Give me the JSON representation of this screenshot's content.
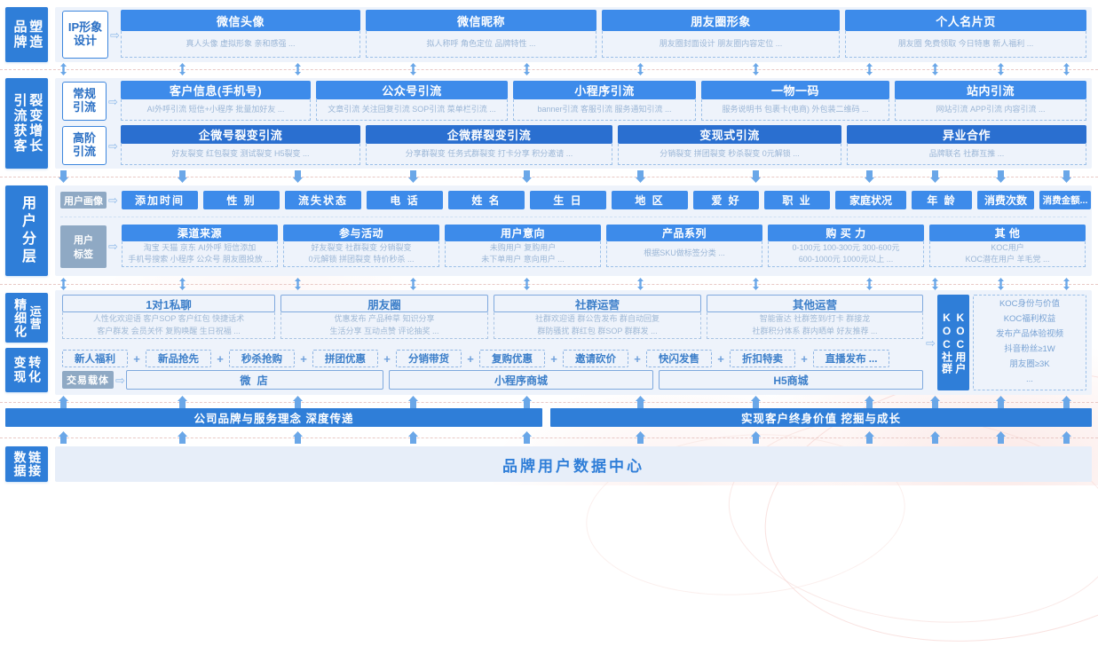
{
  "stages": [
    {
      "id": "brand-building",
      "col1": "品牌",
      "col2": "塑造"
    },
    {
      "id": "fission-growth",
      "col1": "引流获客",
      "col2": "裂变增长"
    },
    {
      "id": "user-layering",
      "col1": "用户分层",
      "col2": ""
    },
    {
      "id": "refined-operation",
      "col1": "精细化",
      "col2": "运营"
    },
    {
      "id": "conversion-monetize",
      "col1": "变现",
      "col2": "转化"
    },
    {
      "id": "data-linkage",
      "col1": "数据",
      "col2": "链接"
    }
  ],
  "brand_building": {
    "substage": {
      "line1": "IP形象",
      "line2": "设计"
    },
    "cards": [
      {
        "title": "微信头像",
        "items": "真人头像    虚拟形象    亲和感强 ..."
      },
      {
        "title": "微信昵称",
        "items": "拟人称呼    角色定位    品牌特性 ..."
      },
      {
        "title": "朋友圈形象",
        "items": "朋友圈封面设计    朋友圈内容定位 ..."
      },
      {
        "title": "个人名片页",
        "items": "朋友圈    免费领取    今日特惠    新人福利 ..."
      }
    ]
  },
  "fission": {
    "rows": [
      {
        "substage": {
          "line1": "常规",
          "line2": "引流"
        },
        "cards": [
          {
            "title": "客户信息(手机号)",
            "items": "AI外呼引流      短信+小程序      批量加好友 ..."
          },
          {
            "title": "公众号引流",
            "items": "文章引流 关注回复引流 SOP引流 菜单栏引流 ..."
          },
          {
            "title": "小程序引流",
            "items": "banner引流   客服引流   服务通知引流 ..."
          },
          {
            "title": "一物一码",
            "items": "服务说明书   包裹卡(电商)   外包装二维码 ..."
          },
          {
            "title": "站内引流",
            "items": "网站引流     APP引流     内容引流 ..."
          }
        ]
      },
      {
        "substage": {
          "line1": "高阶",
          "line2": "引流"
        },
        "cards": [
          {
            "title": "企微号裂变引流",
            "items": "好友裂变      红包裂变      测试裂变      H5裂变 ..."
          },
          {
            "title": "企微群裂变引流",
            "items": "分享群裂变    任务式群裂变    打卡分享    积分邀请 ..."
          },
          {
            "title": "变现式引流",
            "items": "分销裂变     拼团裂变     秒杀裂变     0元解锁 ..."
          },
          {
            "title": "异业合作",
            "items": "品牌联名          社群互推 ..."
          }
        ]
      }
    ]
  },
  "user_layering": {
    "portrait_label": "用户画像",
    "portrait_tags": [
      "添加时间",
      "性 别",
      "流失状态",
      "电 话",
      "姓 名",
      "生 日",
      "地 区",
      "爱 好",
      "职 业",
      "家庭状况",
      "年 龄",
      "消费次数",
      "消费金额..."
    ],
    "tag_label": {
      "line1": "用户",
      "line2": "标签"
    },
    "tag_cards": [
      {
        "title": "渠道来源",
        "items": "淘宝 天猫 京东 AI外呼 短信添加\n手机号搜索 小程序 公众号 朋友圈投放 ..."
      },
      {
        "title": "参与活动",
        "items": "好友裂变 社群裂变 分销裂变\n0元解锁 拼团裂变 特价秒杀 ..."
      },
      {
        "title": "用户意向",
        "items": "未购用户 复购用户\n未下单用户 意向用户 ..."
      },
      {
        "title": "产品系列",
        "items": "根据SKU做标签分类 ..."
      },
      {
        "title": "购 买 力",
        "items": "0-100元  100-300元  300-600元\n600-1000元  1000元以上 ..."
      },
      {
        "title": "其 他",
        "items": "KOC用户\nKOC潜在用户 羊毛党 ..."
      }
    ]
  },
  "operations": {
    "cards": [
      {
        "title": "1对1私聊",
        "items": "人性化欢迎语  客户SOP  客户红包  快捷话术\n客户群发  会员关怀  复购唤醒  生日祝福 ..."
      },
      {
        "title": "朋友圈",
        "items": "优惠发布   产品种草   知识分享\n生活分享   互动点赞   评论抽奖 ..."
      },
      {
        "title": "社群运营",
        "items": "社群欢迎语   群公告发布   群自动回复\n群防骚扰   群红包   群SOP   群群发 ..."
      },
      {
        "title": "其他运营",
        "items": "智能雷达    社群签到/打卡    群接龙\n社群积分体系    群内晒单    好友推荐 ..."
      }
    ]
  },
  "conversion": {
    "chain": [
      "新人福利",
      "新品抢先",
      "秒杀抢购",
      "拼团优惠",
      "分销带货",
      "复购优惠",
      "邀请砍价",
      "快闪发售",
      "折扣特卖",
      "直播发布 ..."
    ],
    "plus": "+",
    "carrier_label": "交易载体",
    "carriers": [
      "微  店",
      "小程序商城",
      "H5商城"
    ]
  },
  "koc": {
    "label_col1": "KOC社群",
    "label_col2": "KOC用户",
    "items": "KOC身份与价值\nKOC福利权益\n发布产品体验视频\n抖音粉丝≥1W\n朋友圈≥3K\n..."
  },
  "bottom": {
    "banner_left": "公司品牌与服务理念  深度传递",
    "banner_right": "实现客户终身价值 挖掘与成长",
    "data_center": "品牌用户数据中心"
  },
  "colors": {
    "primary_blue": "#3d8bea",
    "dark_blue": "#2a6fd0",
    "label_blue": "#2f7ed8",
    "row_bg": "#eef3fb",
    "muted_text": "#9bb6d6",
    "grey_pill": "#8fa9c4"
  }
}
